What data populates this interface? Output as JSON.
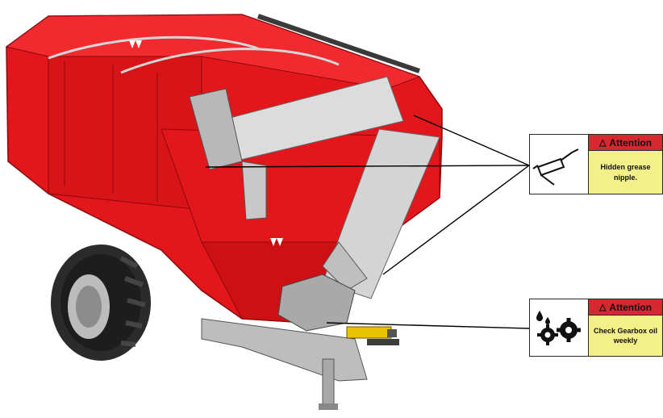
{
  "labels": {
    "grease": {
      "header": "Attention",
      "text": "Hidden grease nipple.",
      "icon": "grease-gun-icon"
    },
    "gearbox": {
      "header": "Attention",
      "text": "Check Gearbox oil weekly",
      "icon": "gearbox-oil-icon"
    }
  },
  "colors": {
    "machine_red": "#e3161b",
    "attention_red": "#d7282f",
    "caution_yellow": "#f3f08a",
    "auger_grey": "#c9c9c9"
  }
}
